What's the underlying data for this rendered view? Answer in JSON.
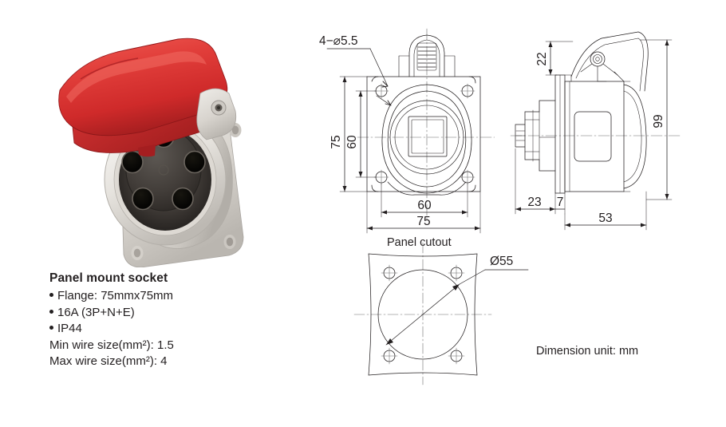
{
  "product": {
    "photo_alt": "panel mount industrial socket with red hinged lid",
    "lid_color": "#dd3b3b",
    "body_color": "#dedbd6",
    "face_color": "#3a3633"
  },
  "specs": {
    "title": "Panel mount socket",
    "bullets": [
      "Flange: 75mmx75mm",
      "16A (3P+N+E)",
      "IP44"
    ],
    "lines": [
      "Min wire size(mm²): 1.5",
      "Max wire size(mm²): 4"
    ]
  },
  "front_view": {
    "hole_callout": "4−⌀5.5",
    "dim_left_outer": "75",
    "dim_left_inner": "60",
    "dim_bottom_inner": "60",
    "dim_bottom_outer": "75"
  },
  "side_view": {
    "dim_top": "22",
    "dim_right": "99",
    "dim_left_lower": "23",
    "dim_mid_lower": "7",
    "dim_bottom": "53"
  },
  "cutout": {
    "title": "Panel cutout",
    "diameter": "Ø55"
  },
  "footer": {
    "unit_note": "Dimension unit: mm"
  },
  "colors": {
    "line": "#231f20",
    "thin_line": "#5a5a5a",
    "background": "#ffffff"
  }
}
